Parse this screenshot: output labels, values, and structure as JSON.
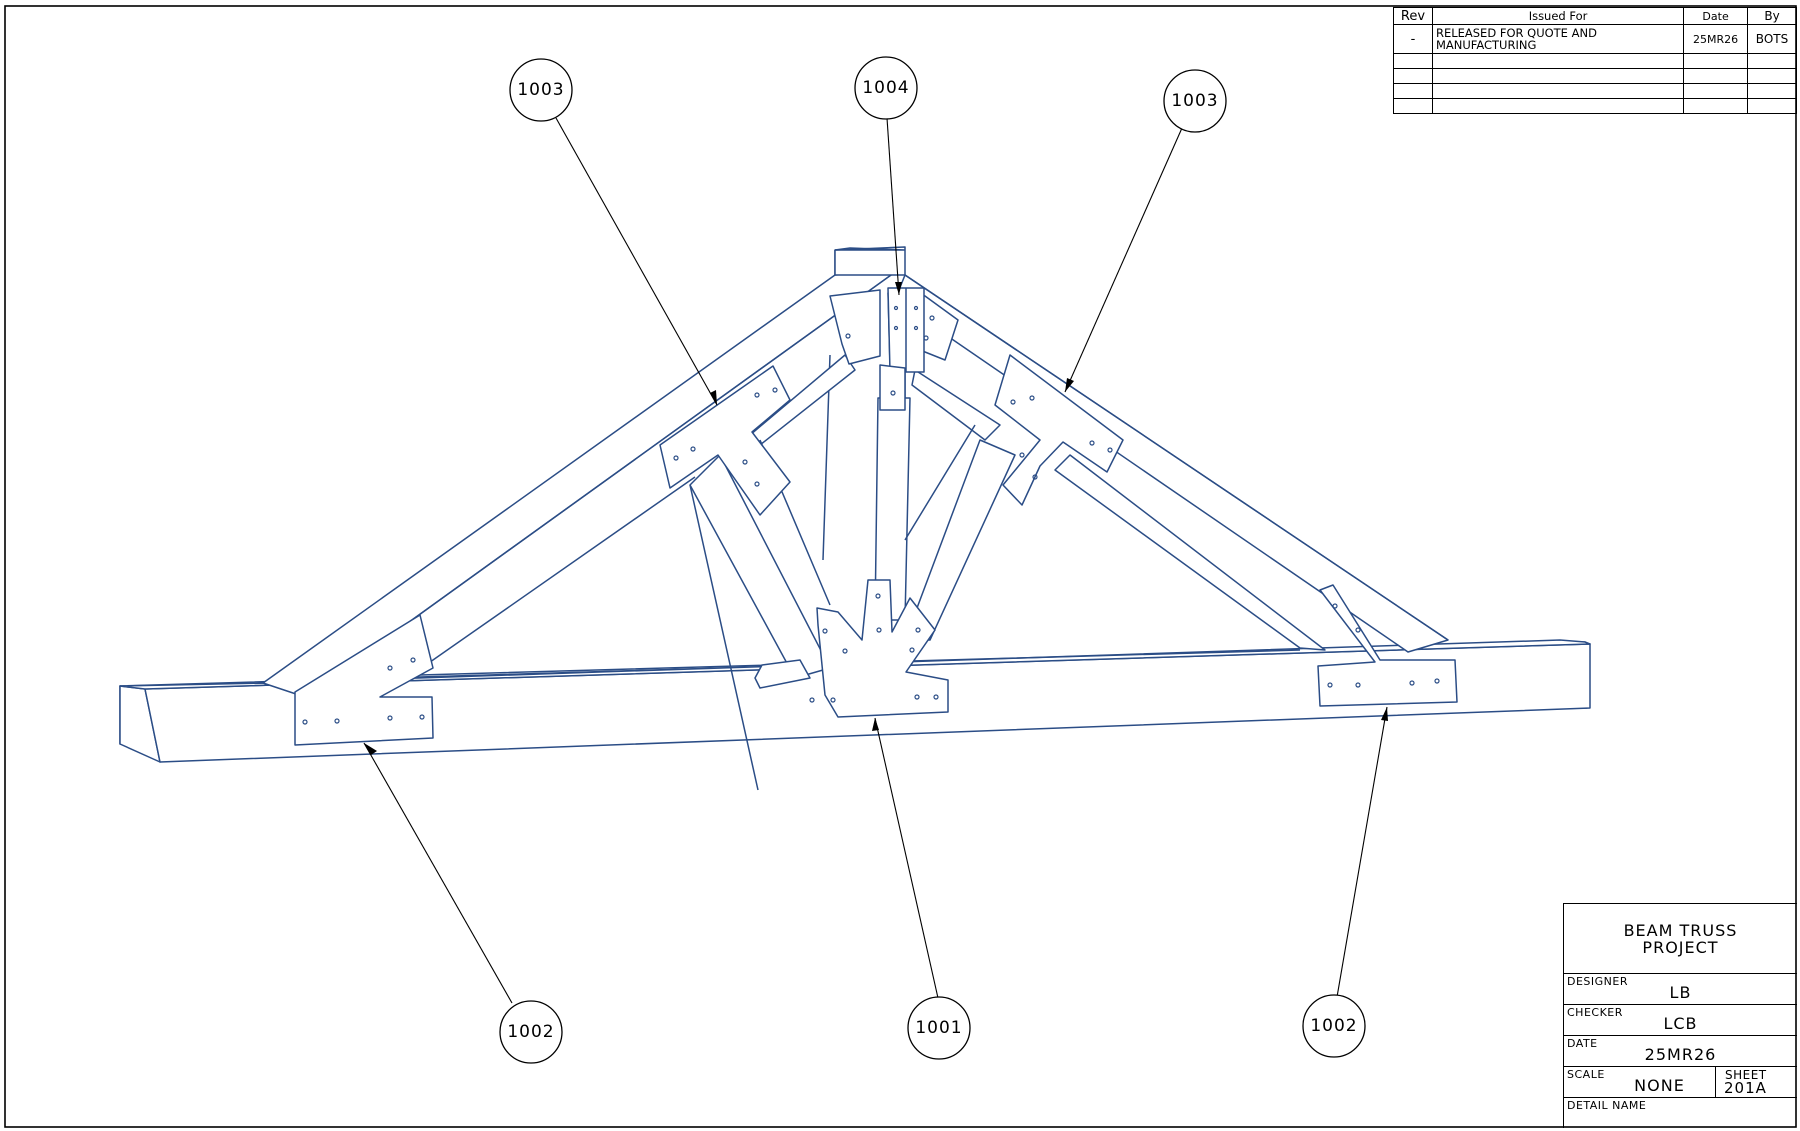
{
  "revision_table": {
    "headers": {
      "rev": "Rev",
      "issued_for": "Issued For",
      "date": "Date",
      "by": "By"
    },
    "rows": [
      {
        "rev": "-",
        "issued_for": "RELEASED FOR QUOTE AND MANUFACTURING",
        "date": "25MR26",
        "by": "BOTS"
      },
      {
        "rev": "",
        "issued_for": "",
        "date": "",
        "by": ""
      },
      {
        "rev": "",
        "issued_for": "",
        "date": "",
        "by": ""
      },
      {
        "rev": "",
        "issued_for": "",
        "date": "",
        "by": ""
      },
      {
        "rev": "",
        "issued_for": "",
        "date": "",
        "by": ""
      }
    ]
  },
  "callouts": {
    "top_left": "1003",
    "top_center": "1004",
    "top_right": "1003",
    "bottom_left": "1002",
    "bottom_center": "1001",
    "bottom_right": "1002"
  },
  "title_block": {
    "project": "BEAM TRUSS PROJECT",
    "designer_label": "DESIGNER",
    "designer": "LB",
    "checker_label": "CHECKER",
    "checker": "LCB",
    "date_label": "DATE",
    "date": "25MR26",
    "scale_label": "SCALE",
    "scale": "NONE",
    "sheet_label": "SHEET",
    "sheet": "201A",
    "detail_name_label": "DETAIL NAME"
  },
  "colors": {
    "drawing_line": "#2b4d86",
    "border": "#000000",
    "background": "#ffffff"
  }
}
